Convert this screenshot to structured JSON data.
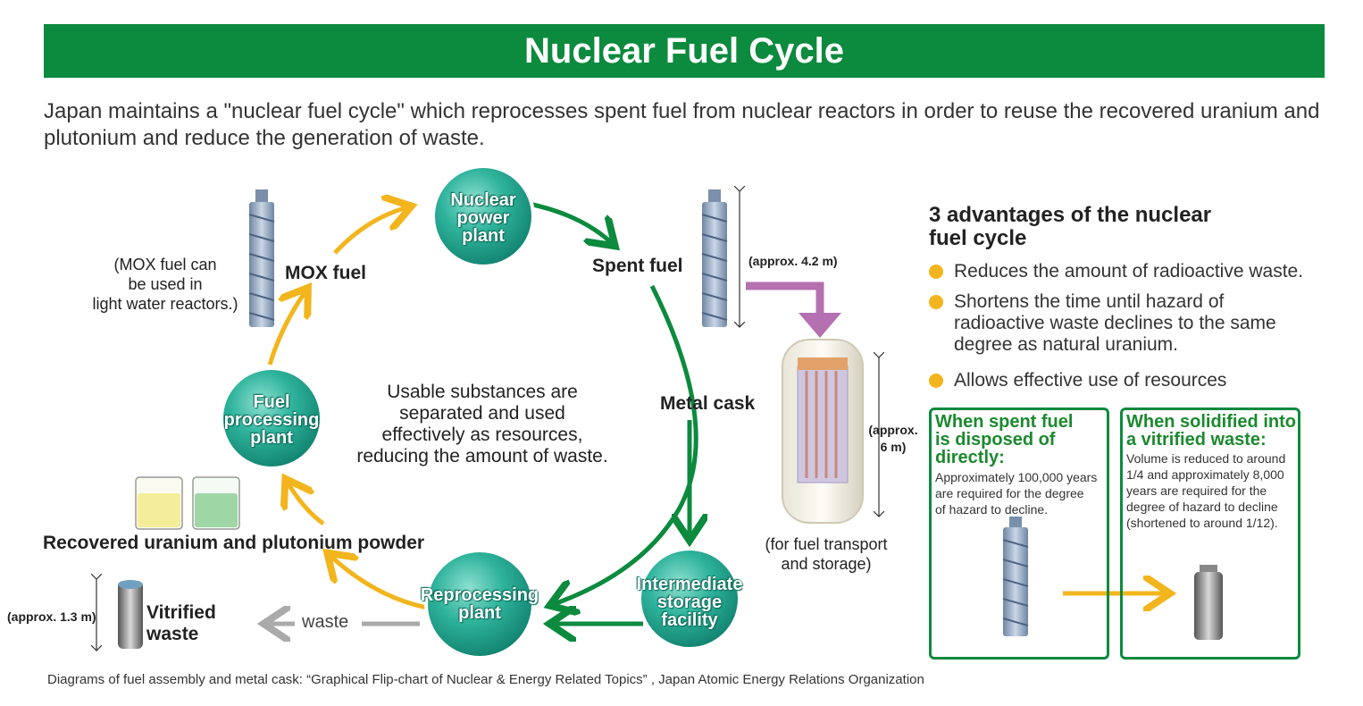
{
  "header": {
    "title": "Nuclear Fuel Cycle"
  },
  "intro": "Japan maintains a \"nuclear fuel cycle\" which reprocesses spent fuel from nuclear reactors in order to reuse the recovered uranium and plutonium and reduce the generation of waste.",
  "nodes": {
    "nuclear_power_plant": [
      "Nuclear",
      "power",
      "plant"
    ],
    "fuel_processing_plant": [
      "Fuel",
      "processing",
      "plant"
    ],
    "reprocessing_plant": [
      "Reprocessing",
      "plant"
    ],
    "intermediate_storage": [
      "Intermediate",
      "storage",
      "facility"
    ]
  },
  "labels": {
    "mox_fuel": "MOX fuel",
    "mox_note": [
      "(MOX fuel can",
      "be used in",
      "light water reactors.)"
    ],
    "spent_fuel": "Spent fuel",
    "spent_fuel_size": "(approx. 4.2 m)",
    "metal_cask": "Metal cask",
    "cask_size": [
      "(approx.",
      "6 m)"
    ],
    "cask_note": [
      "(for fuel transport",
      "and storage)"
    ],
    "center_text": [
      "Usable substances are",
      "separated and used",
      "effectively as resources,",
      "reducing the amount of waste."
    ],
    "recovered": "Recovered uranium and plutonium powder",
    "vitrified_size": "(approx. 1.3 m)",
    "vitrified": [
      "Vitrified",
      "waste"
    ],
    "waste": "waste"
  },
  "advantages": {
    "title": [
      "3 advantages of the nuclear",
      "fuel cycle"
    ],
    "items": [
      [
        "Reduces the amount of radioactive waste."
      ],
      [
        "Shortens the time until hazard of",
        "radioactive waste declines to the same",
        "degree as natural uranium."
      ],
      [
        "Allows effective use of resources"
      ]
    ]
  },
  "comparison": {
    "direct": {
      "heading": [
        "When spent fuel",
        "is disposed of",
        "directly:"
      ],
      "body": [
        "Approximately 100,000 years",
        "are required for the degree",
        "of hazard to decline."
      ]
    },
    "vitrified": {
      "heading": [
        "When solidified into",
        "a vitrified waste:"
      ],
      "body": [
        "Volume is reduced to around",
        "1/4 and approximately 8,000",
        "years are required for the",
        "degree of hazard to decline",
        "(shortened to around 1/12)."
      ]
    }
  },
  "footnote": "Diagrams of fuel assembly and metal cask: “Graphical Flip-chart of Nuclear & Energy Related Topics” , Japan Atomic Energy Relations Organization",
  "colors": {
    "brand_green": "#0c8a3e",
    "arrow_yellow": "#f2b51d",
    "arrow_purple": "#b470b0",
    "circle_teal": "#2aa892",
    "waste_gray": "#aaaaaa"
  }
}
